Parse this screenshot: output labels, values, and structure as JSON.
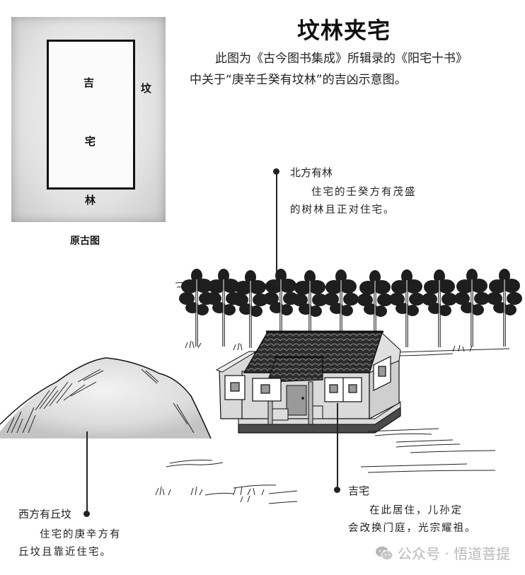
{
  "title": "坟林夹宅",
  "intro": {
    "line1": "此图为《古今图书集成》所辑录的《阳宅十书》",
    "line2": "中关于“庚辛壬癸有坟林”的吉凶示意图。"
  },
  "original_diagram": {
    "center_char_1": "吉",
    "center_char_2": "宅",
    "right_label": "坟",
    "bottom_label": "林",
    "caption": "原古图"
  },
  "callouts": {
    "north": {
      "title": "北方有林",
      "body_line1": "住宅的壬癸方有茂盛",
      "body_line2": "的树林且正对住宅。"
    },
    "west": {
      "title": "西方有丘坟",
      "body_line1": "住宅的庚辛方有",
      "body_line2": "丘坟且靠近住宅。"
    },
    "house": {
      "title": "吉宅",
      "body_line1": "在此居住，儿孙定",
      "body_line2": "会改换门庭，光宗耀祖。"
    }
  },
  "illustration": {
    "tree_count": 11,
    "elements": [
      "tree-row",
      "house",
      "grave-mound",
      "grass"
    ]
  },
  "watermark": {
    "icon": "wechat-icon",
    "text": "公众号 · 悟道菩提"
  },
  "colors": {
    "ink": "#1a1a1a",
    "paper": "#e2e2e2",
    "roof": "#3a3a3a",
    "wall": "#d9d9d9",
    "tree": "#1e1e1e",
    "watermark": "#b8b8b8"
  }
}
